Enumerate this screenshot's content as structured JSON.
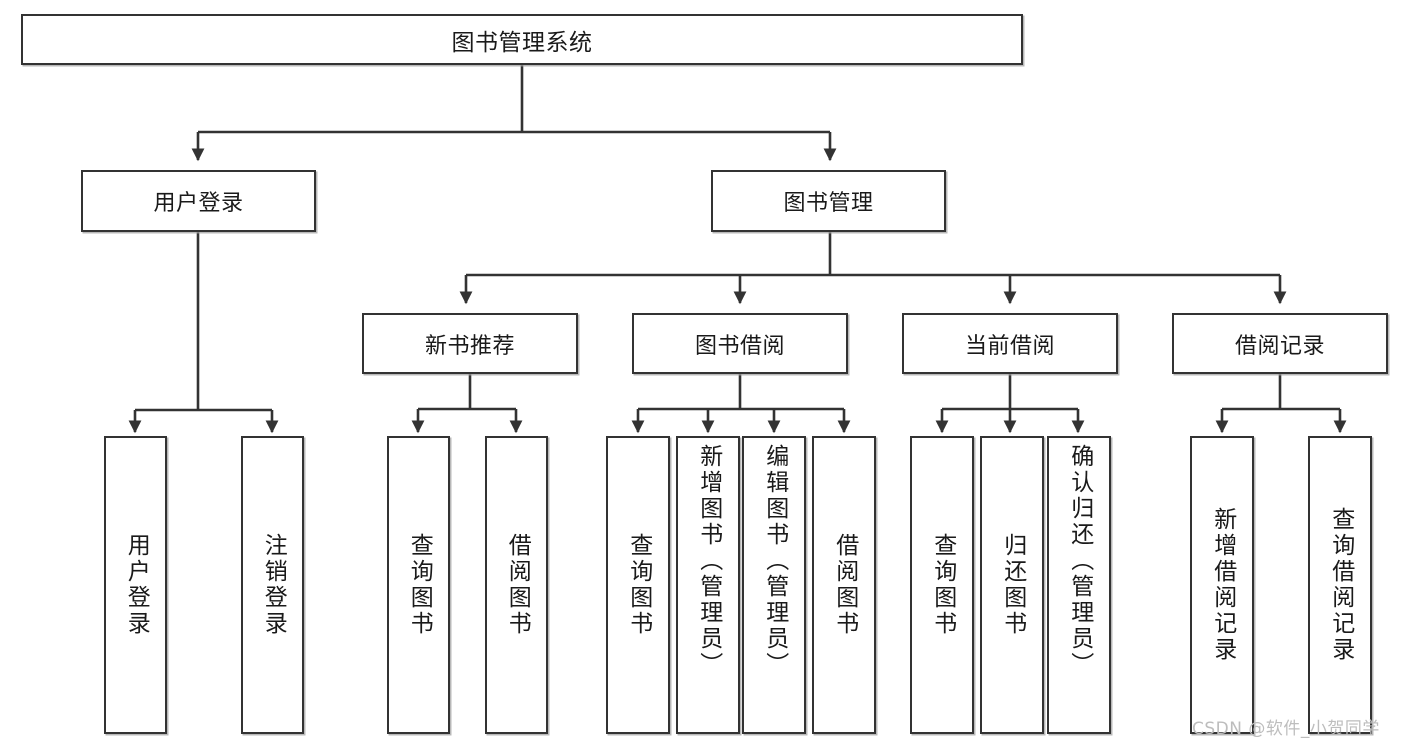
{
  "diagram": {
    "title": "图书管理系统",
    "type": "hierarchy-tree",
    "root": {
      "label": "图书管理系统"
    },
    "level2": [
      {
        "label": "用户登录"
      },
      {
        "label": "图书管理"
      }
    ],
    "level3": [
      {
        "label": "新书推荐"
      },
      {
        "label": "图书借阅"
      },
      {
        "label": "当前借阅"
      },
      {
        "label": "借阅记录"
      }
    ],
    "leaves": {
      "user_login": [
        {
          "label": "用户登录"
        },
        {
          "label": "注销登录"
        }
      ],
      "new_book_recommend": [
        {
          "label": "查询图书"
        },
        {
          "label": "借阅图书"
        }
      ],
      "book_borrow": [
        {
          "label": "查询图书"
        },
        {
          "label": "新增图书（管理员）"
        },
        {
          "label": "编辑图书（管理员）"
        },
        {
          "label": "借阅图书"
        }
      ],
      "current_borrow": [
        {
          "label": "查询图书"
        },
        {
          "label": "归还图书"
        },
        {
          "label": "确认归还（管理员）"
        }
      ],
      "borrow_record": [
        {
          "label": "新增借阅记录"
        },
        {
          "label": "查询借阅记录"
        }
      ]
    },
    "watermark": "CSDN @软件_小贺同学",
    "colors": {
      "border": "#333333",
      "background": "#ffffff",
      "text": "#1a1a1a",
      "watermark": "#bdbdbd"
    }
  }
}
